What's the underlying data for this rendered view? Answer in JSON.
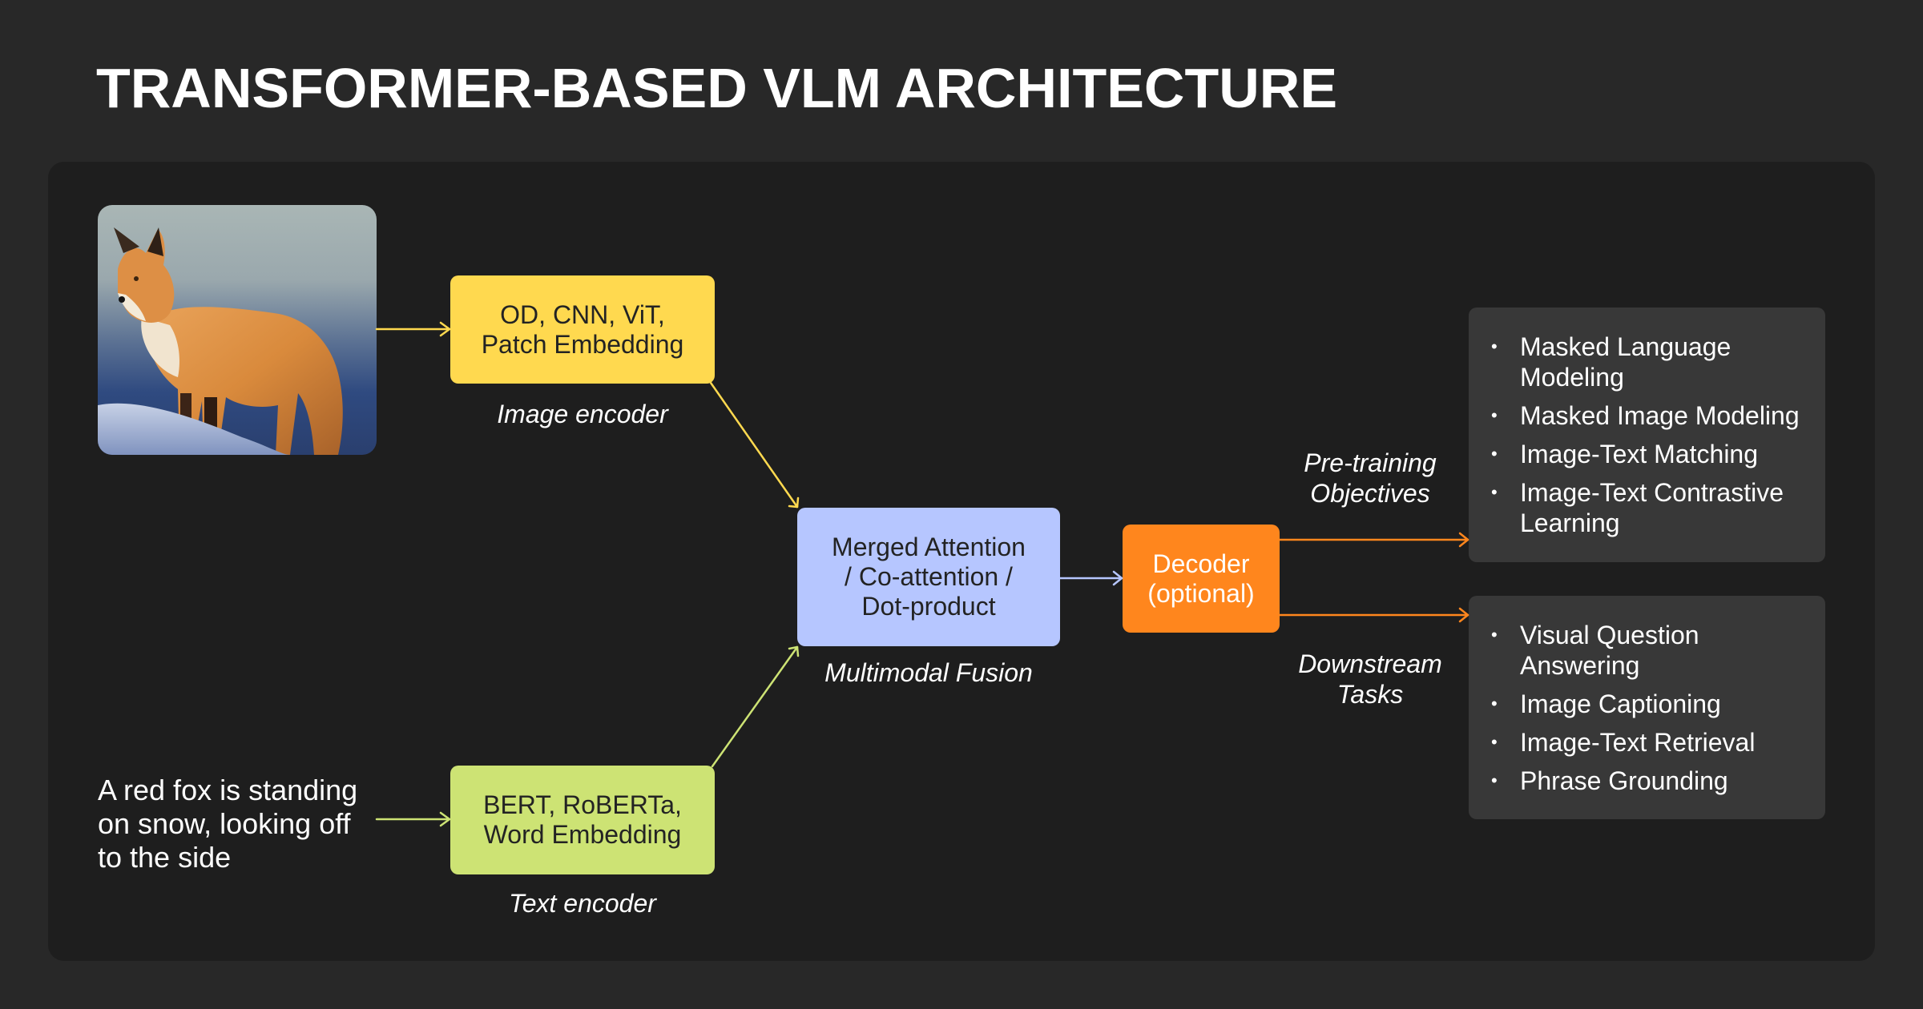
{
  "title": "TRANSFORMER-BASED VLM ARCHITECTURE",
  "inputs": {
    "image": {
      "icon": "fox-photo",
      "alt": "Red fox standing on snow"
    },
    "text": "A red fox is standing on snow, looking off to the side"
  },
  "encoders": {
    "image": {
      "label": "OD, CNN, ViT,\nPatch Embedding",
      "caption": "Image encoder",
      "color": "#ffd94f"
    },
    "text": {
      "label": "BERT, RoBERTa,\nWord Embedding",
      "caption": "Text encoder",
      "color": "#cde374"
    }
  },
  "fusion": {
    "label": "Merged Attention\n/ Co-attention /\nDot-product",
    "caption": "Multimodal Fusion",
    "color": "#b6c6ff"
  },
  "decoder": {
    "label": "Decoder\n(optional)",
    "color": "#ff861d"
  },
  "outputs": {
    "pretraining": {
      "caption": "Pre-training\nObjectives",
      "items": [
        "Masked Language Modeling",
        "Masked Image Modeling",
        "Image-Text Matching",
        "Image-Text Contrastive Learning"
      ]
    },
    "downstream": {
      "caption": "Downstream\nTasks",
      "items": [
        "Visual Question Answering",
        "Image Captioning",
        "Image-Text Retrieval",
        "Phrase Grounding"
      ]
    }
  },
  "colors": {
    "background": "#282828",
    "panel": "#1e1e1e",
    "list_box": "#383838",
    "arrow_yellow": "#ffd94f",
    "arrow_green": "#cde374",
    "arrow_blue": "#b6c6ff",
    "arrow_orange": "#ff861d"
  }
}
